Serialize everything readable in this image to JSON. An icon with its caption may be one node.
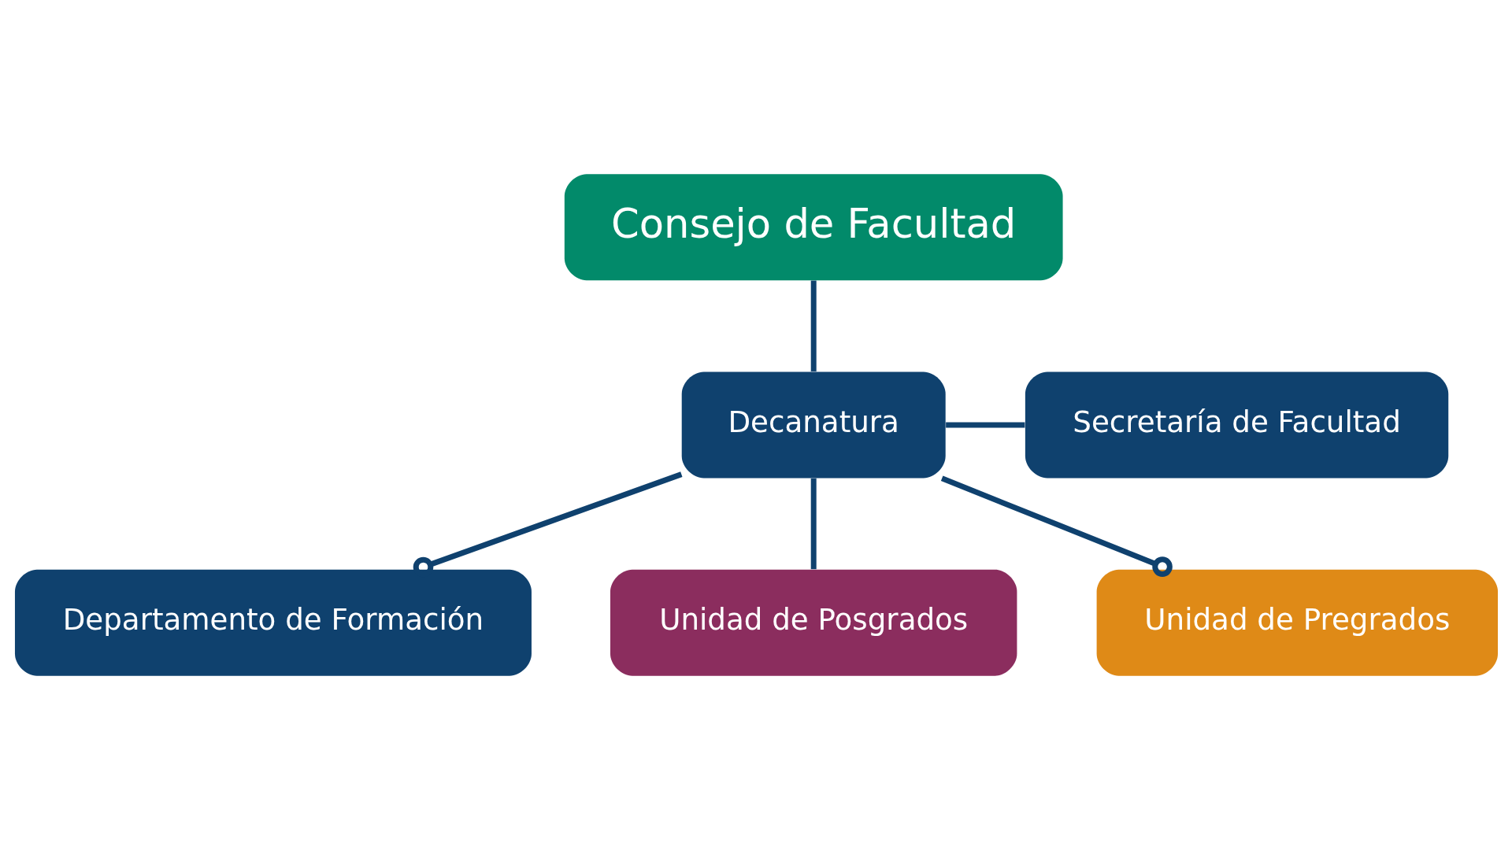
{
  "diagram": {
    "nodes": [
      {
        "text": [
          "Consejo de Facultad"
        ]
      },
      {
        "text": [
          "Decanatura"
        ]
      },
      {
        "text": [
          "Secretaría de Facultad"
        ]
      },
      {
        "text": [
          "Departamento de Formación"
        ]
      },
      {
        "text": [
          "Unidad de Posgrados"
        ]
      },
      {
        "text": [
          "Unidad de Pregrados"
        ]
      }
    ],
    "edges": [
      {
        "from": 0,
        "to": 1,
        "arrow": "none"
      },
      {
        "from": 1,
        "to": 2,
        "arrow": "none"
      },
      {
        "from": 1,
        "to": 3,
        "arrow": "other"
      },
      {
        "from": 1,
        "to": 4,
        "arrow": "none"
      },
      {
        "from": 1,
        "to": 5,
        "arrow": "other"
      }
    ]
  }
}
